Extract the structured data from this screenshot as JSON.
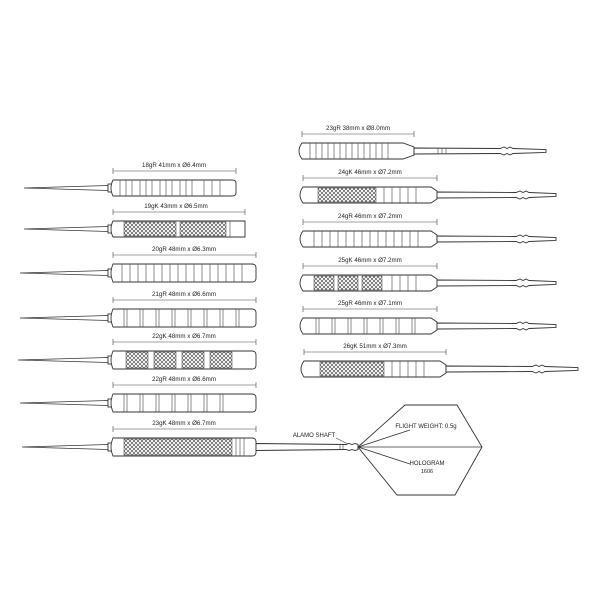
{
  "steel_tip_darts": [
    {
      "label": "18gR 41mm x Ø6.4mm",
      "grip": "ringed"
    },
    {
      "label": "19gK 43mm x Ø6.5mm",
      "grip": "knurled"
    },
    {
      "label": "20gR 48mm x Ø6.3mm",
      "grip": "ringed"
    },
    {
      "label": "21gR 48mm x Ø6.6mm",
      "grip": "ringed"
    },
    {
      "label": "22gK 48mm x Ø6.7mm",
      "grip": "knurled"
    },
    {
      "label": "22gR 48mm x Ø6.6mm",
      "grip": "ringed"
    },
    {
      "label": "23gK 48mm x Ø6.7mm",
      "grip": "knurled"
    }
  ],
  "barrels_with_shaft": [
    {
      "label": "23gR 38mm x Ø8.0mm",
      "grip": "ringed"
    },
    {
      "label": "24gK 46mm x Ø7.2mm",
      "grip": "knurled"
    },
    {
      "label": "24gR 46mm x Ø7.2mm",
      "grip": "ringed"
    },
    {
      "label": "25gK 46mm x Ø7.2mm",
      "grip": "knurled"
    },
    {
      "label": "25gR 46mm x Ø7.1mm",
      "grip": "ringed"
    },
    {
      "label": "26gK 51mm x Ø7.3mm",
      "grip": "knurled"
    }
  ],
  "annotations": {
    "shaft": "ALAMO SHAFT",
    "flight_weight": "FLIGHT WEIGHT: 0.5g",
    "flight_type": "HOLOGRAM",
    "flight_code": "1606"
  }
}
